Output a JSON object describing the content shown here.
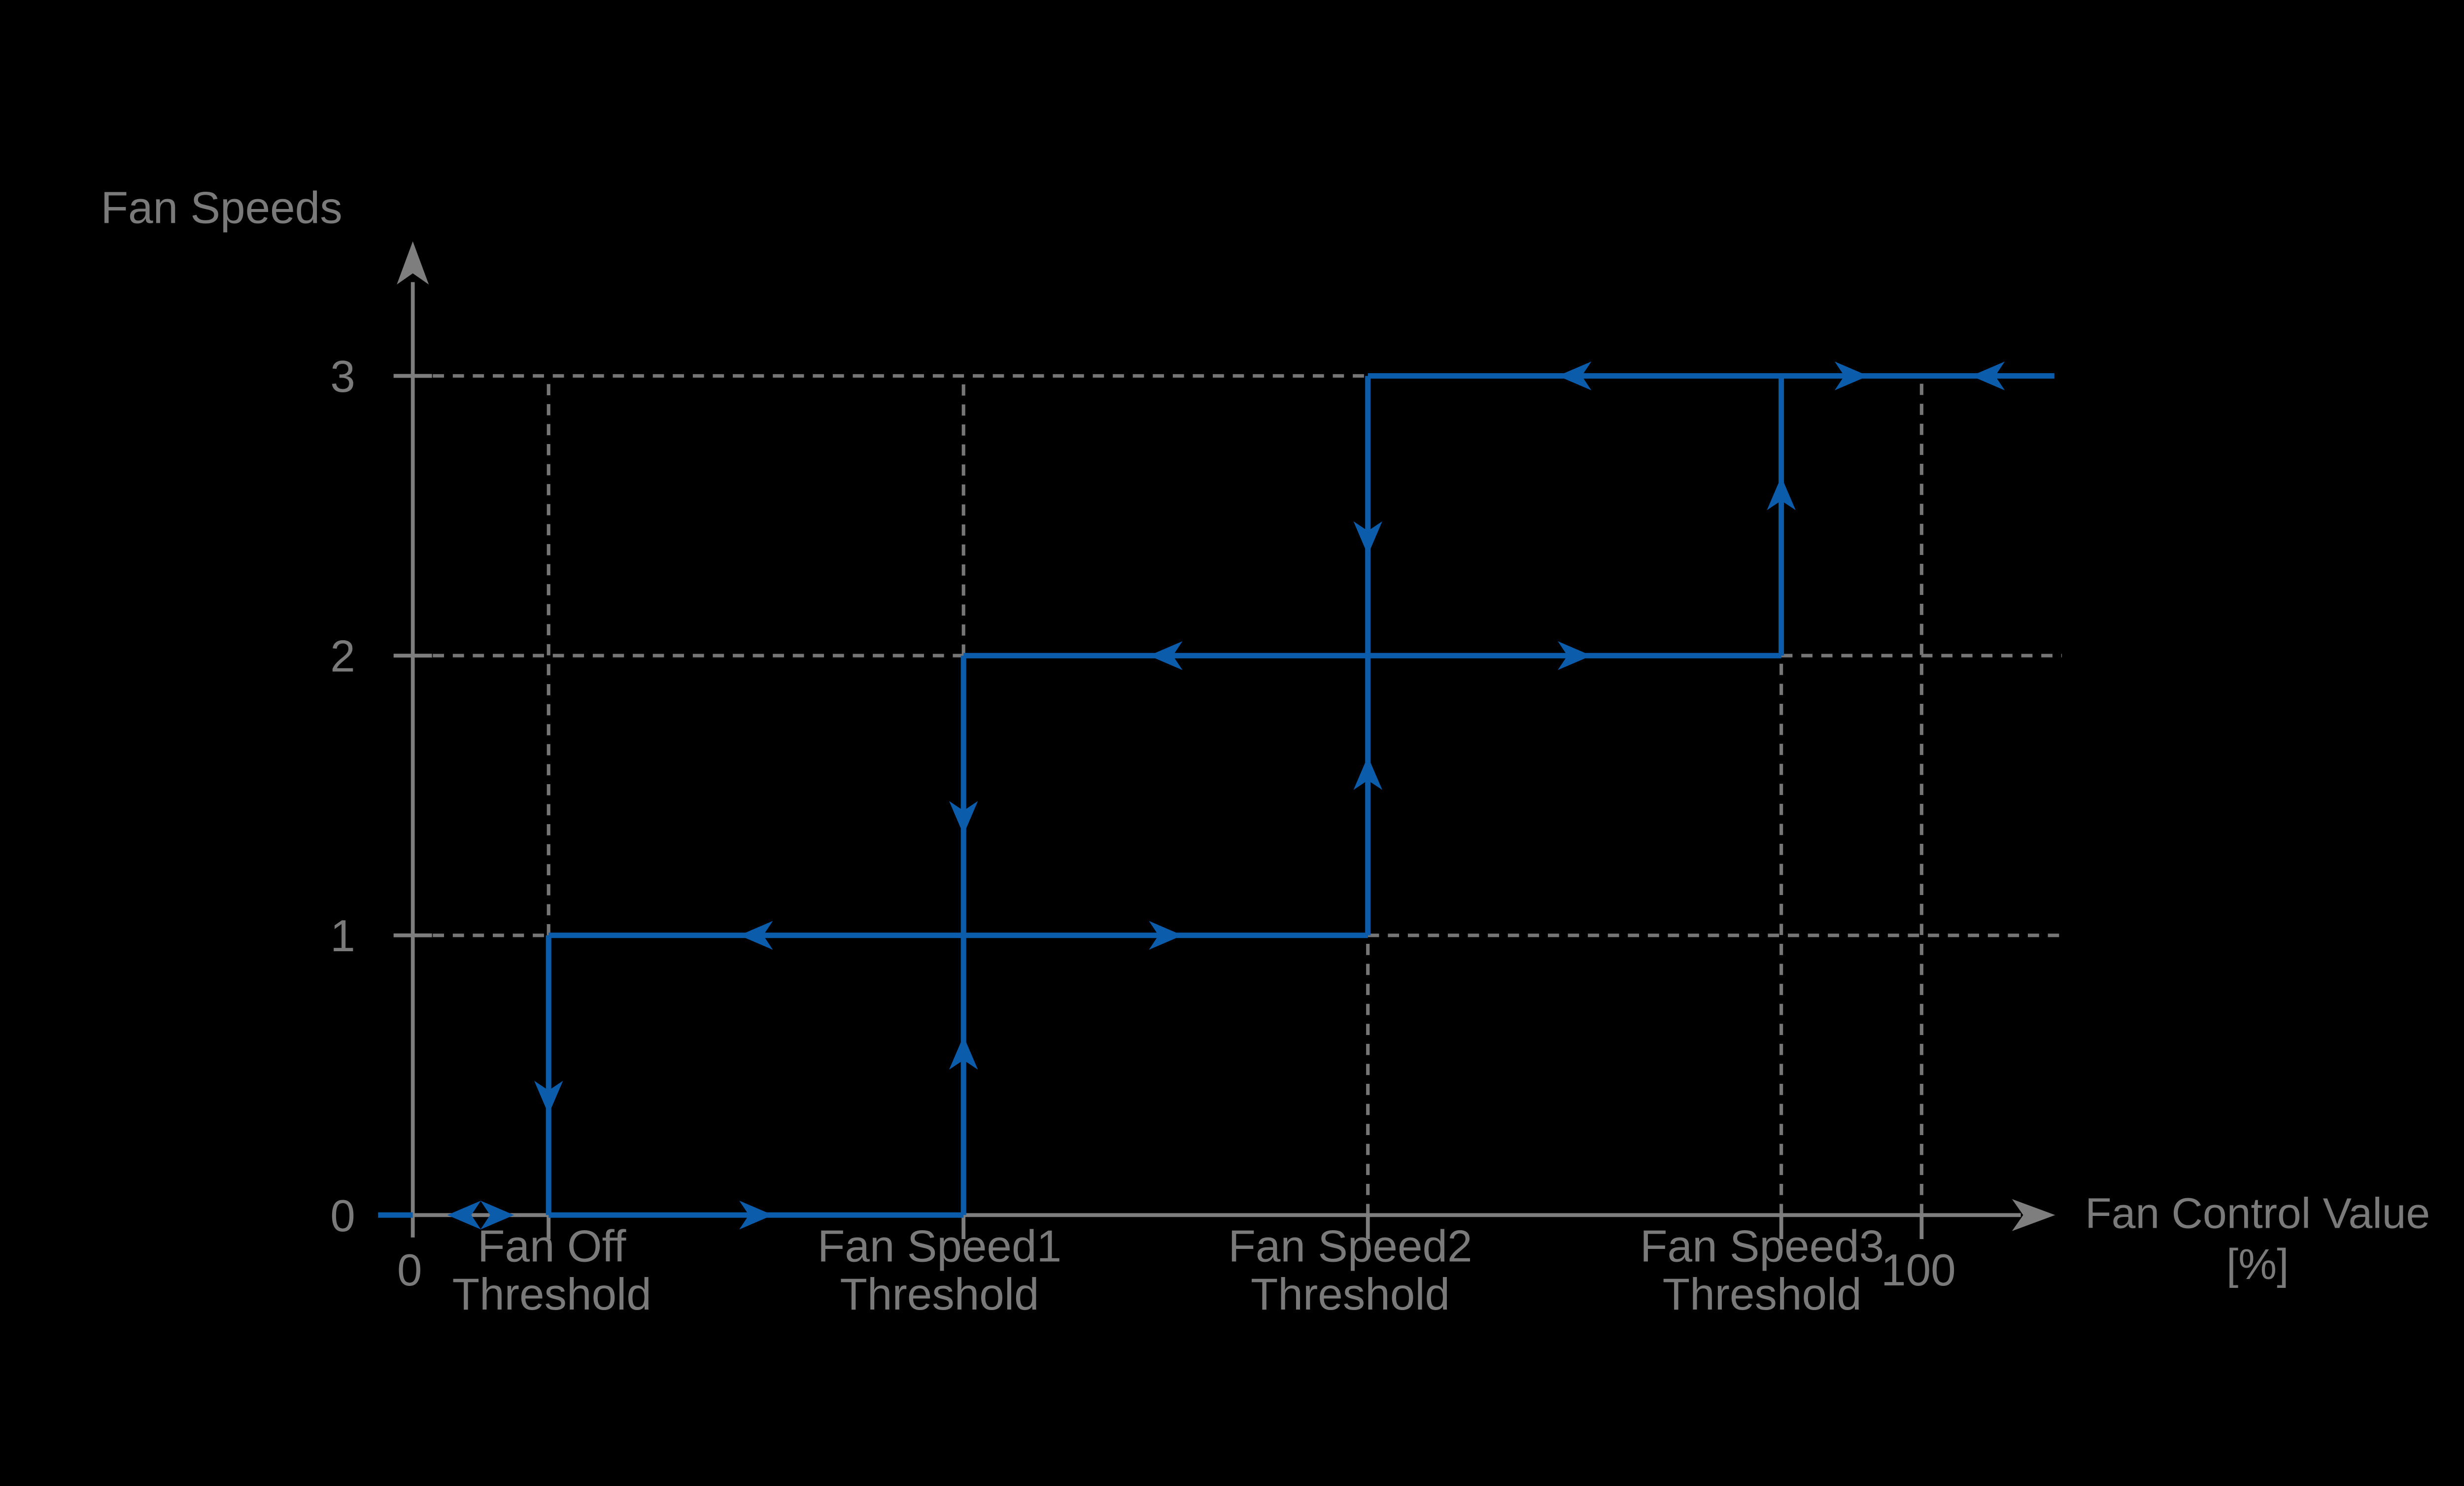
{
  "colors": {
    "background": "#000000",
    "curve": "#0C5CAC",
    "axis": "#7E7E7E",
    "grid": "#767676",
    "text": "#7A7A7A"
  },
  "chart_data": {
    "type": "line",
    "title": "Fan Speeds",
    "ylabel": "Fan Speeds",
    "xlabel_lines": [
      "Fan Control Value",
      "[%]"
    ],
    "x_axis": {
      "min": 0,
      "max": 100,
      "unit": "%",
      "arrow": true
    },
    "y_axis": {
      "min": 0,
      "max": 3,
      "arrow": true
    },
    "thresholds": {
      "fan_off": 9,
      "fan_speed1": 36.5,
      "fan_speed2": 63.3,
      "fan_speed3": 90.7
    },
    "y_ticks": [
      {
        "value": 0,
        "label": "0"
      },
      {
        "value": 1,
        "label": "1"
      },
      {
        "value": 2,
        "label": "2"
      },
      {
        "value": 3,
        "label": "3"
      }
    ],
    "x_ticks": [
      {
        "value": 0,
        "lines": [
          "0"
        ],
        "dx": -2,
        "single": true
      },
      {
        "value": 9,
        "lines": [
          "Fan Off",
          "Threshold"
        ],
        "dx": 2,
        "single": false
      },
      {
        "value": 36.5,
        "lines": [
          "Fan Speed1",
          "Threshold"
        ],
        "dx": -15,
        "single": false
      },
      {
        "value": 63.3,
        "lines": [
          "Fan Speed2",
          "Threshold"
        ],
        "dx": -11,
        "single": false
      },
      {
        "value": 90.7,
        "lines": [
          "Fan Speed3",
          "Threshold"
        ],
        "dx": -12,
        "single": false
      },
      {
        "value": 100,
        "lines": [
          "100"
        ],
        "dx": -2,
        "single": true
      }
    ],
    "curve_segments": [
      {
        "x1": -2.3,
        "y1": 0,
        "x2": 0,
        "y2": 0
      },
      {
        "x1": 9,
        "y1": 0,
        "x2": 36.5,
        "y2": 0
      },
      {
        "x1": 9,
        "y1": 1,
        "x2": 63.3,
        "y2": 1
      },
      {
        "x1": 36.5,
        "y1": 2,
        "x2": 90.7,
        "y2": 2
      },
      {
        "x1": 63.3,
        "y1": 3,
        "x2": 108.8,
        "y2": 3
      },
      {
        "x1": 9,
        "y1": 0,
        "x2": 9,
        "y2": 1
      },
      {
        "x1": 36.5,
        "y1": 0,
        "x2": 36.5,
        "y2": 2
      },
      {
        "x1": 63.3,
        "y1": 1,
        "x2": 63.3,
        "y2": 3
      },
      {
        "x1": 90.7,
        "y1": 2,
        "x2": 90.7,
        "y2": 3
      }
    ],
    "arrows": [
      {
        "x": 3.4,
        "y": 0,
        "dir": "left"
      },
      {
        "x": 5.6,
        "y": 0,
        "dir": "right"
      },
      {
        "x": 22.75,
        "y": 0,
        "dir": "right"
      },
      {
        "x": 9,
        "y": 0.42,
        "dir": "down"
      },
      {
        "x": 22.75,
        "y": 1,
        "dir": "left"
      },
      {
        "x": 49.9,
        "y": 1,
        "dir": "right"
      },
      {
        "x": 36.5,
        "y": 0.58,
        "dir": "up"
      },
      {
        "x": 36.5,
        "y": 1.42,
        "dir": "down"
      },
      {
        "x": 49.9,
        "y": 2,
        "dir": "left"
      },
      {
        "x": 77,
        "y": 2,
        "dir": "right"
      },
      {
        "x": 63.3,
        "y": 1.58,
        "dir": "up"
      },
      {
        "x": 63.3,
        "y": 2.42,
        "dir": "down"
      },
      {
        "x": 77,
        "y": 3,
        "dir": "left"
      },
      {
        "x": 95.35,
        "y": 3,
        "dir": "right"
      },
      {
        "x": 104.4,
        "y": 3,
        "dir": "left"
      },
      {
        "x": 90.7,
        "y": 2.58,
        "dir": "up"
      }
    ],
    "gridlines_h": [
      {
        "y": 1,
        "x1": 0,
        "x2": 9
      },
      {
        "y": 1,
        "x1": 63.3,
        "x2": 109.3
      },
      {
        "y": 2,
        "x1": 0,
        "x2": 36.5
      },
      {
        "y": 2,
        "x1": 90.7,
        "x2": 109.3
      },
      {
        "y": 3,
        "x1": 0,
        "x2": 63.3
      }
    ],
    "gridlines_v": [
      {
        "x": 9,
        "y1": 1,
        "y2": 3
      },
      {
        "x": 36.5,
        "y1": 2,
        "y2": 3
      },
      {
        "x": 63.3,
        "y1": 0,
        "y2": 1
      },
      {
        "x": 90.7,
        "y1": 0,
        "y2": 2
      },
      {
        "x": 100,
        "y1": 0,
        "y2": 3
      }
    ]
  }
}
